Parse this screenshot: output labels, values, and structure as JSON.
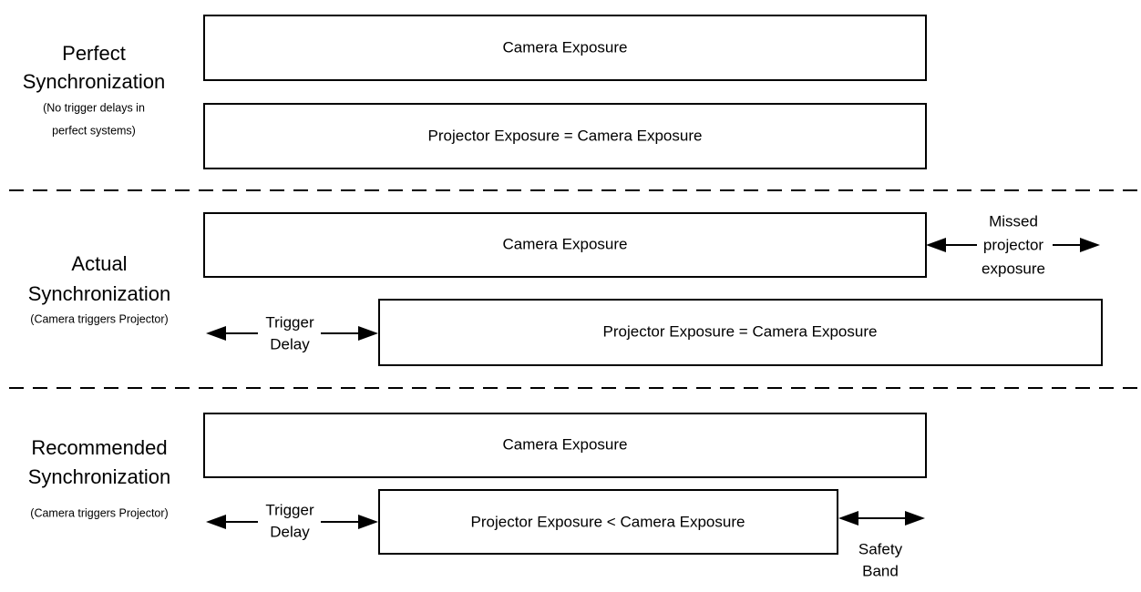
{
  "sections": {
    "perfect": {
      "title_line1": "Perfect",
      "title_line2": "Synchronization",
      "note_line1": "(No trigger delays in",
      "note_line2": "perfect systems)",
      "camera_label": "Camera Exposure",
      "projector_label": "Projector Exposure = Camera Exposure"
    },
    "actual": {
      "title_line1": "Actual",
      "title_line2": "Synchronization",
      "note": "(Camera triggers Projector)",
      "camera_label": "Camera Exposure",
      "projector_label": "Projector Exposure = Camera Exposure",
      "trigger_delay_line1": "Trigger",
      "trigger_delay_line2": "Delay",
      "missed_line1": "Missed",
      "missed_line2": "projector",
      "missed_line3": "exposure"
    },
    "recommended": {
      "title_line1": "Recommended",
      "title_line2": "Synchronization",
      "note": "(Camera triggers Projector)",
      "camera_label": "Camera Exposure",
      "projector_label": "Projector Exposure < Camera Exposure",
      "trigger_delay_line1": "Trigger",
      "trigger_delay_line2": "Delay",
      "safety_line1": "Safety",
      "safety_line2": "Band"
    }
  }
}
